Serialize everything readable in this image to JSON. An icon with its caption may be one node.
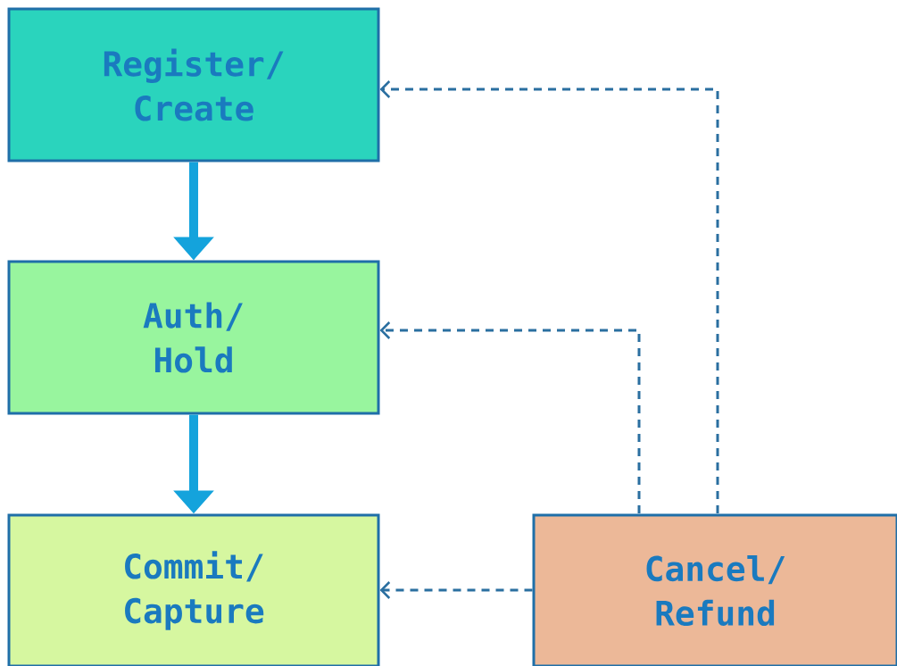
{
  "diagram": {
    "nodes": [
      {
        "text": [
          "Register/ Create"
        ]
      },
      {
        "text": [
          "Auth/ Hold"
        ]
      },
      {
        "text": [
          "Commit/ Capture"
        ]
      },
      {
        "text": [
          "Cancel/ Refund"
        ]
      }
    ],
    "edges": [
      {
        "from": 0,
        "to": 1,
        "arrow": "to",
        "style": "thick",
        "color": "#14a3dc"
      },
      {
        "from": 1,
        "to": 2,
        "arrow": "to",
        "style": "thick",
        "color": "#14a3dc"
      },
      {
        "from": 3,
        "to": 0,
        "arrow": "to",
        "style": "dashed"
      },
      {
        "from": 3,
        "to": 1,
        "arrow": "to",
        "style": "dashed"
      },
      {
        "from": 3,
        "to": 2,
        "arrow": "to",
        "style": "dashed"
      }
    ]
  }
}
